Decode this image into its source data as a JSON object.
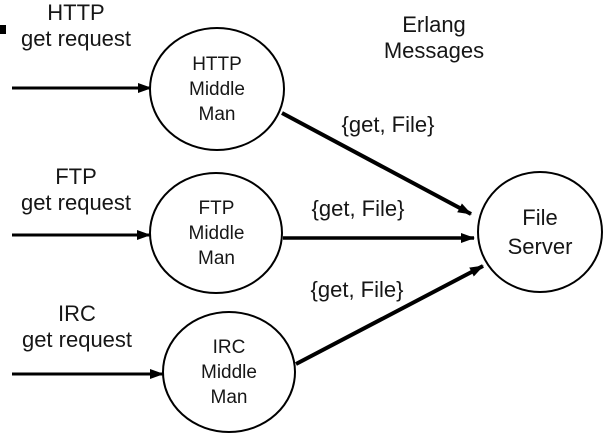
{
  "note": {
    "line1": "Erlang",
    "line2": "Messages"
  },
  "inputs": [
    {
      "protocol": "HTTP",
      "caption": "get request"
    },
    {
      "protocol": "FTP",
      "caption": "get request"
    },
    {
      "protocol": "IRC",
      "caption": "get request"
    }
  ],
  "nodes": [
    {
      "line1": "HTTP",
      "line2": "Middle",
      "line3": "Man"
    },
    {
      "line1": "FTP",
      "line2": "Middle",
      "line3": "Man"
    },
    {
      "line1": "IRC",
      "line2": "Middle",
      "line3": "Man"
    }
  ],
  "server": {
    "line1": "File",
    "line2": "Server"
  },
  "messages": [
    {
      "label": "{get, File}"
    },
    {
      "label": "{get, File}"
    },
    {
      "label": "{get, File}"
    }
  ],
  "colors": {
    "stroke": "#000000",
    "text": "#161616",
    "background": "#ffffff"
  }
}
